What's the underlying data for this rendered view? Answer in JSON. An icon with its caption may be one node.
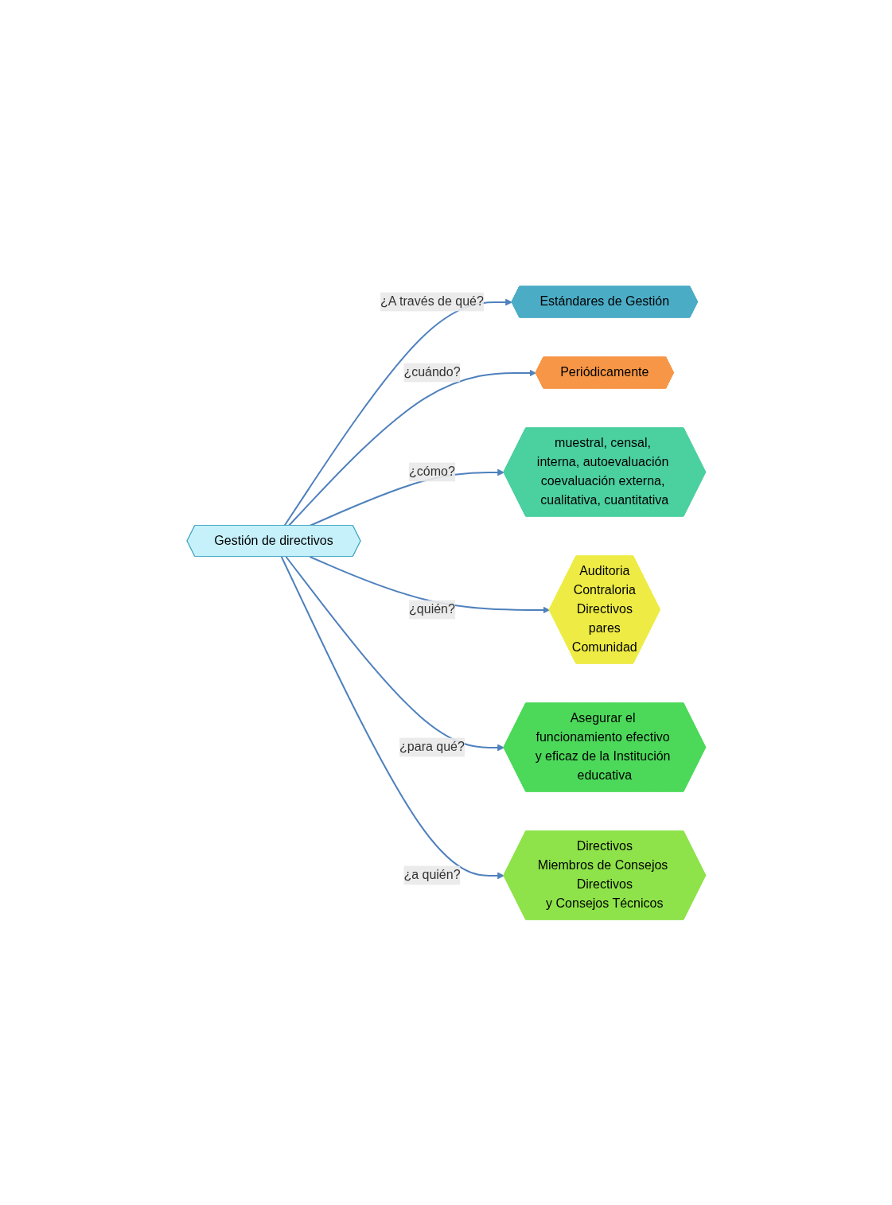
{
  "diagram": {
    "nodes": [
      {
        "text": [
          "Estándares de Gestión"
        ]
      },
      {
        "text": [
          "Periódicamente"
        ]
      },
      {
        "text": [
          "muestral, censal, interna, autoevaluación coevaluación externa, cualitativa, cuantitativa"
        ]
      },
      {
        "text": [
          "Gestión de directivos"
        ]
      },
      {
        "text": [
          "Auditoria",
          "Contraloria",
          "Directivos",
          "pares",
          "Comunidad"
        ]
      },
      {
        "text": [
          "Asegurar el funcionamiento efectivo y eficaz de la Institución educativa"
        ]
      },
      {
        "text": [
          "Directivos",
          "Miembros de Consejos Directivos",
          "y Consejos Técnicos"
        ]
      }
    ],
    "edges": [
      {
        "from": 3,
        "to": 0,
        "arrow": "to",
        "label": "¿A través de qué?"
      },
      {
        "from": 3,
        "to": 1,
        "arrow": "to",
        "label": "¿cuándo?"
      },
      {
        "from": 3,
        "to": 2,
        "arrow": "to",
        "label": "¿cómo?"
      },
      {
        "from": 3,
        "to": 4,
        "arrow": "to",
        "label": "¿quién?"
      },
      {
        "from": 3,
        "to": 5,
        "arrow": "to",
        "label": "¿para qué?"
      },
      {
        "from": 3,
        "to": 6,
        "arrow": "to",
        "label": "¿a quién?"
      }
    ]
  }
}
